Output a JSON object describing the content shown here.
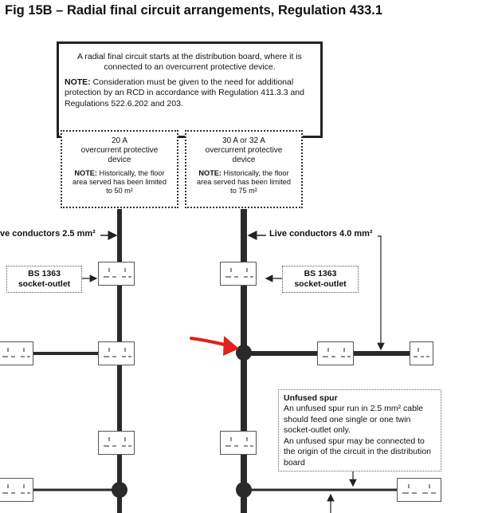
{
  "title": "Fig 15B – Radial final circuit arrangements, Regulation 433.1",
  "main_box": {
    "intro": "A radial final circuit starts at the distribution board, where it is connected to an overcurrent protective device.",
    "note_label": "NOTE:",
    "note_text": " Consideration must be given to the need for additional protection by an RCD in accordance with Regulation 411.3.3 and Regulations 522.6.202 and 203."
  },
  "left_device": {
    "rating": "20 A",
    "desc": "overcurrent protective device",
    "note_label": "NOTE:",
    "note_text": " Historically, the floor area served has been limited to 50 m²"
  },
  "right_device": {
    "rating": "30 A or 32 A",
    "desc": "overcurrent protective device",
    "note_label": "NOTE:",
    "note_text": " Historically, the floor area served has been limited to 75 m²"
  },
  "left_conductors": "ve conductors 2.5 mm²",
  "right_conductors": "Live conductors 4.0 mm²",
  "socket_label_left": {
    "line1": "BS 1363",
    "line2": "socket-outlet"
  },
  "socket_label_right": {
    "line1": "BS 1363",
    "line2": "socket-outlet"
  },
  "spur": {
    "heading": "Unfused spur",
    "line1": "An unfused spur run in 2.5 mm² cable should feed one single or one twin socket-outlet only.",
    "line2": "An unfused spur may be connected to the origin of the circuit in the distribution board"
  },
  "colors": {
    "line": "#2a2a2a",
    "annotation_arrow": "#e0201a"
  }
}
